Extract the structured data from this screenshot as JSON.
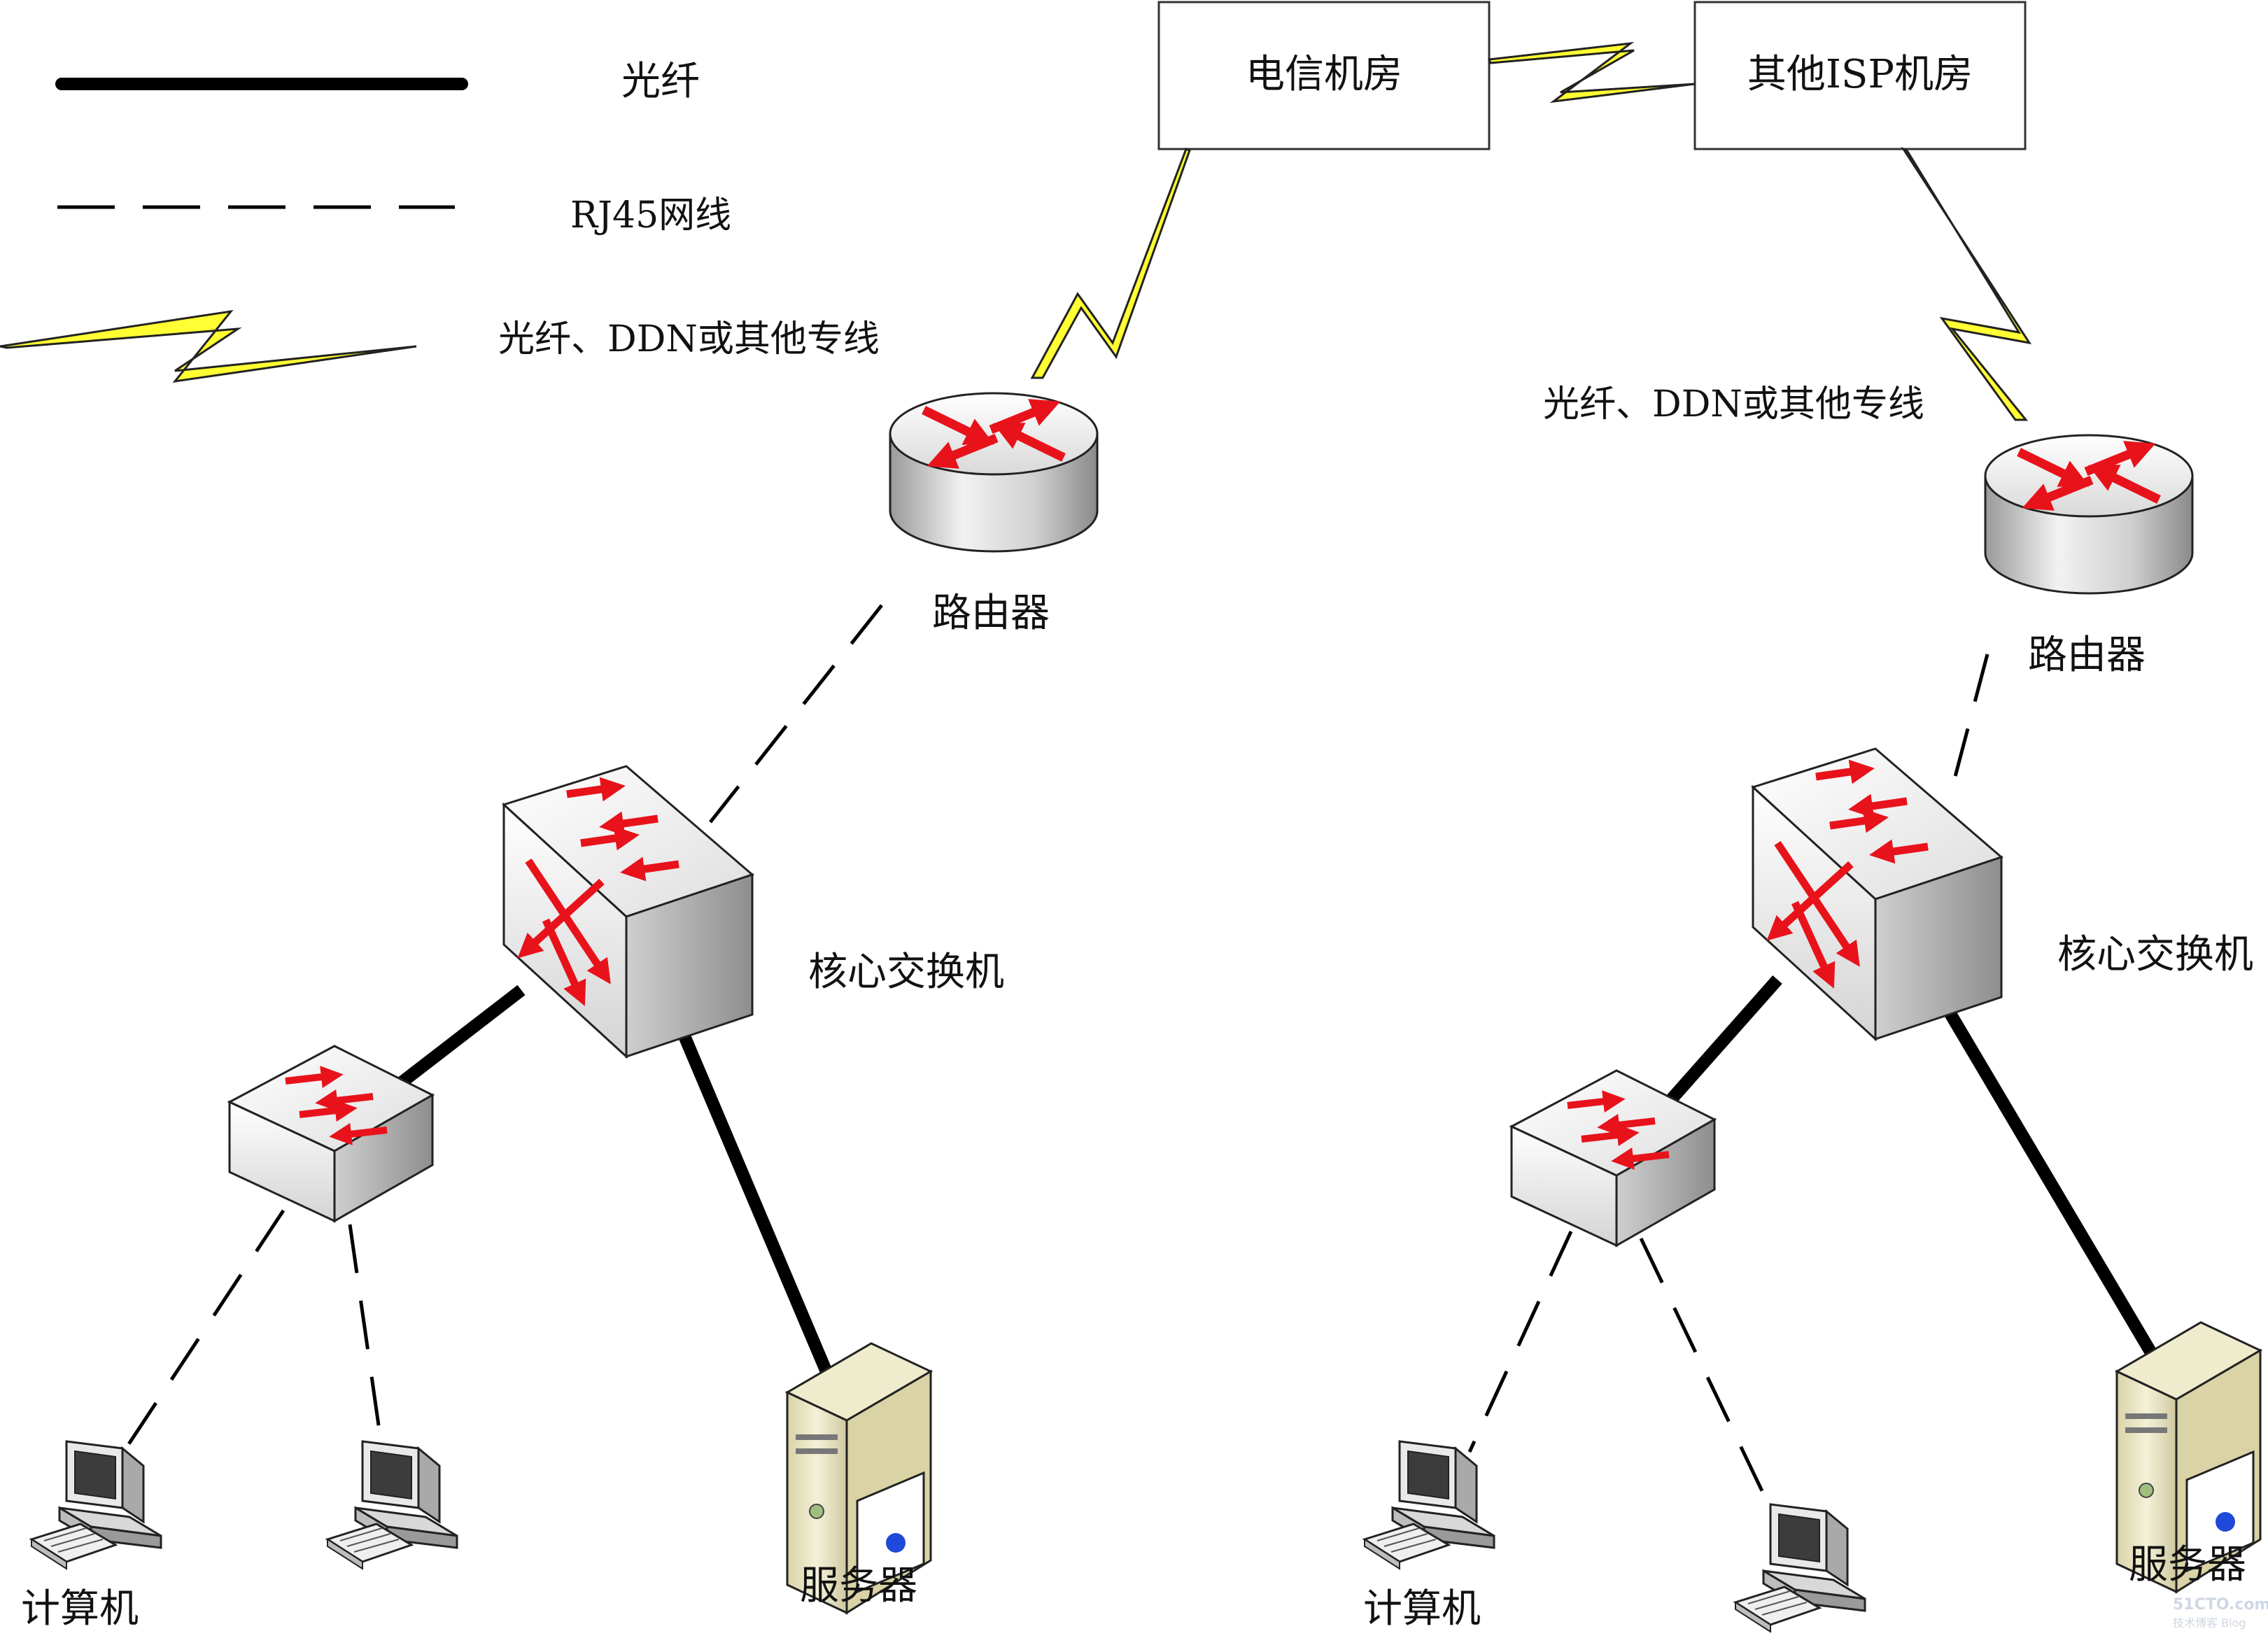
{
  "legend": {
    "fiber": "光纤",
    "rj45": "RJ45网线",
    "leased": "光纤、DDN或其他专线"
  },
  "isp": {
    "telecom": "电信机房",
    "other": "其他ISP机房"
  },
  "left": {
    "router": "路由器",
    "core_switch": "核心交换机",
    "computer": "计算机",
    "server": "服务器"
  },
  "right": {
    "leased": "光纤、DDN或其他专线",
    "router": "路由器",
    "core_switch": "核心交换机",
    "computer": "计算机",
    "server": "服务器"
  },
  "watermark": {
    "site": "51CTO.com",
    "sub": "技术博客 Blog"
  },
  "colors": {
    "lightning": "#ffff33",
    "arrow": "#e8121b",
    "fiber": "#000000"
  },
  "icons": [
    "router-icon",
    "core-switch-icon",
    "access-switch-icon",
    "computer-icon",
    "server-icon",
    "lightning-icon"
  ]
}
